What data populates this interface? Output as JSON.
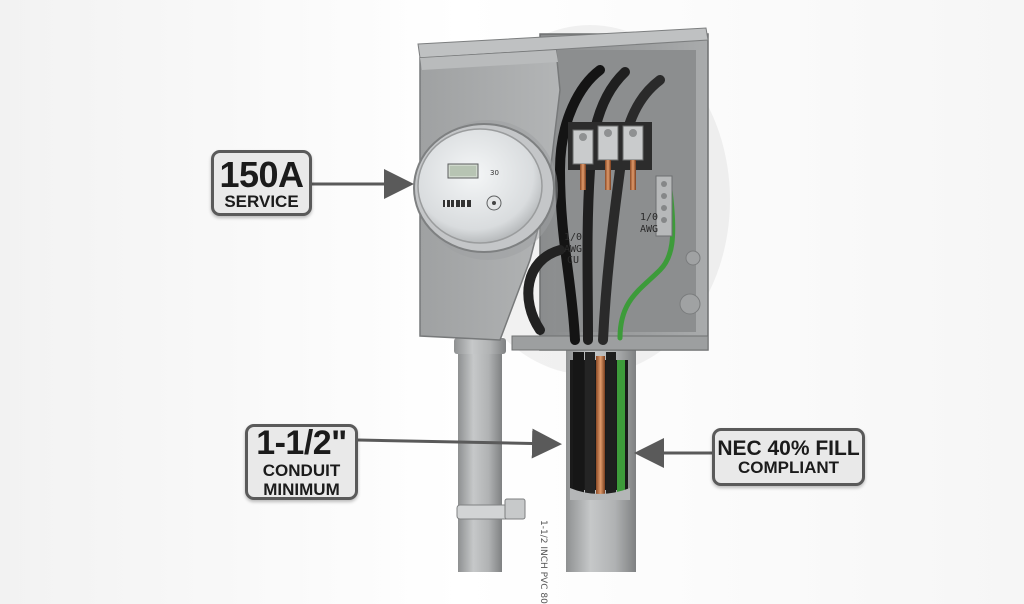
{
  "callouts": {
    "service": {
      "big": "150A",
      "small": "SERVICE"
    },
    "conduit": {
      "big": "1-1/2\"",
      "line1": "CONDUIT",
      "line2": "MINIMUM"
    },
    "fill": {
      "line1": "NEC 40% FILL",
      "line2": "COMPLIANT"
    }
  },
  "wire_labels": {
    "left": {
      "line1": "1/0",
      "line2": "AWG",
      "line3": "CU"
    },
    "right": {
      "line1": "1/0",
      "line2": "AWG"
    }
  },
  "pipe_print": "1-1/2 INCH PVC 80",
  "meter": {
    "display_value": "30"
  },
  "colors": {
    "enclosure": "#a3a5a6",
    "conduit": "#b3b5b6",
    "ground_wire": "#3d9b3a",
    "copper": "#c8784a",
    "callout_border": "#5a5a5a",
    "callout_fill": "#e9e9e9"
  }
}
